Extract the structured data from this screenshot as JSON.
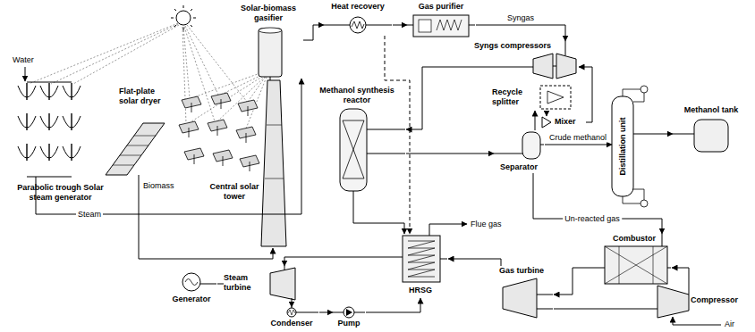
{
  "diagram": {
    "nodes": [
      {
        "text": [
          "Parabolic trough Solar steam generator"
        ]
      },
      {
        "text": [
          "Flat-plate solar dryer"
        ]
      },
      {
        "text": [
          "Solar-biomass gasifier"
        ]
      },
      {
        "text": [
          "Central solar tower"
        ]
      },
      {
        "text": [
          "Heat recovery"
        ]
      },
      {
        "text": [
          "Gas purifier"
        ]
      },
      {
        "text": [
          "Syngs compressors"
        ]
      },
      {
        "text": [
          "Recycle splitter"
        ]
      },
      {
        "text": [
          "Mixer"
        ]
      },
      {
        "text": [
          "Methanol synthesis reactor"
        ]
      },
      {
        "text": [
          "Separator"
        ]
      },
      {
        "text": [
          "Distillation unit"
        ]
      },
      {
        "text": [
          "Methanol tank"
        ]
      },
      {
        "text": [
          "Combustor"
        ]
      },
      {
        "text": [
          "HRSG"
        ]
      },
      {
        "text": [
          "Gas turbine"
        ]
      },
      {
        "text": [
          "Steam turbine"
        ]
      },
      {
        "text": [
          "Compressor"
        ]
      },
      {
        "text": [
          "Generator"
        ]
      },
      {
        "text": [
          "Condenser"
        ]
      },
      {
        "text": [
          "Pump"
        ]
      }
    ],
    "edges": [
      {
        "from": 0,
        "to": 2,
        "arrow": "to",
        "label": "Steam"
      },
      {
        "from": 1,
        "to": 3,
        "arrow": "to"
      },
      {
        "from": 2,
        "to": 4,
        "arrow": "to"
      },
      {
        "from": 4,
        "to": 5,
        "arrow": "to"
      },
      {
        "from": 5,
        "to": 6,
        "arrow": "to",
        "label": "Syngas"
      },
      {
        "from": 6,
        "to": 9,
        "arrow": "to"
      },
      {
        "from": 9,
        "to": 10,
        "arrow": "to"
      },
      {
        "from": 10,
        "to": 7,
        "arrow": "to"
      },
      {
        "from": 7,
        "to": 8,
        "arrow": "to"
      },
      {
        "from": 8,
        "to": 6,
        "arrow": "to"
      },
      {
        "from": 10,
        "to": 11,
        "arrow": "to",
        "label": "Crude methanol"
      },
      {
        "from": 11,
        "to": 12,
        "arrow": "to"
      },
      {
        "from": 10,
        "to": 13,
        "arrow": "to",
        "label": "Un-reacted gas"
      },
      {
        "from": 13,
        "to": 15,
        "arrow": "to"
      },
      {
        "from": 15,
        "to": 14,
        "arrow": "to"
      },
      {
        "from": 14,
        "to": 16,
        "arrow": "to"
      },
      {
        "from": 16,
        "to": 19,
        "arrow": "to"
      },
      {
        "from": 19,
        "to": 20,
        "arrow": "to"
      },
      {
        "from": 20,
        "to": 14,
        "arrow": "to"
      },
      {
        "from": 16,
        "to": 18,
        "arrow": "none"
      },
      {
        "from": 15,
        "to": 17,
        "arrow": "none"
      },
      {
        "from": 17,
        "to": 13,
        "arrow": "to"
      },
      {
        "from": 4,
        "to": 14,
        "arrow": "to"
      },
      {
        "from": 9,
        "to": 14,
        "arrow": "to"
      }
    ],
    "labels": [
      "Water",
      "Biomass",
      "Flue gas",
      "Air"
    ]
  }
}
